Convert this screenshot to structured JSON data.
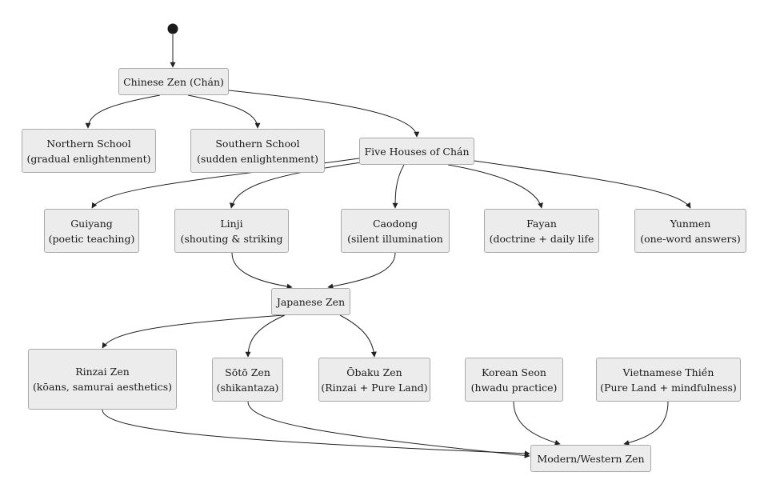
{
  "diagram": {
    "start_label": "",
    "nodes": [
      {
        "id": "chinese",
        "lines": [
          "Chinese Zen (Chán)"
        ]
      },
      {
        "id": "northern",
        "lines": [
          "Northern School",
          "(gradual enlightenment)"
        ]
      },
      {
        "id": "southern",
        "lines": [
          "Southern School",
          "(sudden enlightenment)"
        ]
      },
      {
        "id": "fivehouses",
        "lines": [
          "Five Houses of Chán"
        ]
      },
      {
        "id": "guiyang",
        "lines": [
          "Guiyang",
          "(poetic teaching)"
        ]
      },
      {
        "id": "linji",
        "lines": [
          "Linji",
          "(shouting & striking"
        ]
      },
      {
        "id": "caodong",
        "lines": [
          "Caodong",
          "(silent illumination"
        ]
      },
      {
        "id": "fayan",
        "lines": [
          "Fayan",
          "(doctrine + daily life"
        ]
      },
      {
        "id": "yunmen",
        "lines": [
          "Yunmen",
          "(one-word answers)"
        ]
      },
      {
        "id": "japanese",
        "lines": [
          "Japanese Zen"
        ]
      },
      {
        "id": "rinzai",
        "lines": [
          "Rinzai Zen",
          "(kōans, samurai aesthetics)"
        ]
      },
      {
        "id": "soto",
        "lines": [
          "Sōtō Zen",
          "(shikantaza)"
        ]
      },
      {
        "id": "obaku",
        "lines": [
          "Ōbaku Zen",
          "(Rinzai + Pure Land)"
        ]
      },
      {
        "id": "korean",
        "lines": [
          "Korean Seon",
          "(hwadu practice)"
        ]
      },
      {
        "id": "vietnamese",
        "lines": [
          "Vietnamese Thiền",
          "(Pure Land + mindfulness)"
        ]
      },
      {
        "id": "modern",
        "lines": [
          "Modern/Western Zen"
        ]
      }
    ],
    "edges": [
      {
        "from": "start",
        "to": "chinese"
      },
      {
        "from": "chinese",
        "to": "northern"
      },
      {
        "from": "chinese",
        "to": "southern"
      },
      {
        "from": "chinese",
        "to": "fivehouses"
      },
      {
        "from": "fivehouses",
        "to": "guiyang"
      },
      {
        "from": "fivehouses",
        "to": "linji"
      },
      {
        "from": "fivehouses",
        "to": "caodong"
      },
      {
        "from": "fivehouses",
        "to": "fayan"
      },
      {
        "from": "fivehouses",
        "to": "yunmen"
      },
      {
        "from": "linji",
        "to": "japanese"
      },
      {
        "from": "caodong",
        "to": "japanese"
      },
      {
        "from": "japanese",
        "to": "rinzai"
      },
      {
        "from": "japanese",
        "to": "soto"
      },
      {
        "from": "japanese",
        "to": "obaku"
      },
      {
        "from": "rinzai",
        "to": "modern"
      },
      {
        "from": "soto",
        "to": "modern"
      },
      {
        "from": "korean",
        "to": "modern"
      },
      {
        "from": "vietnamese",
        "to": "modern"
      }
    ],
    "colors": {
      "node_fill": "#ececec",
      "node_border": "#a9a9a9",
      "edge": "#222222",
      "start_dot": "#1a1a1a",
      "text": "#1a1a1a"
    }
  }
}
